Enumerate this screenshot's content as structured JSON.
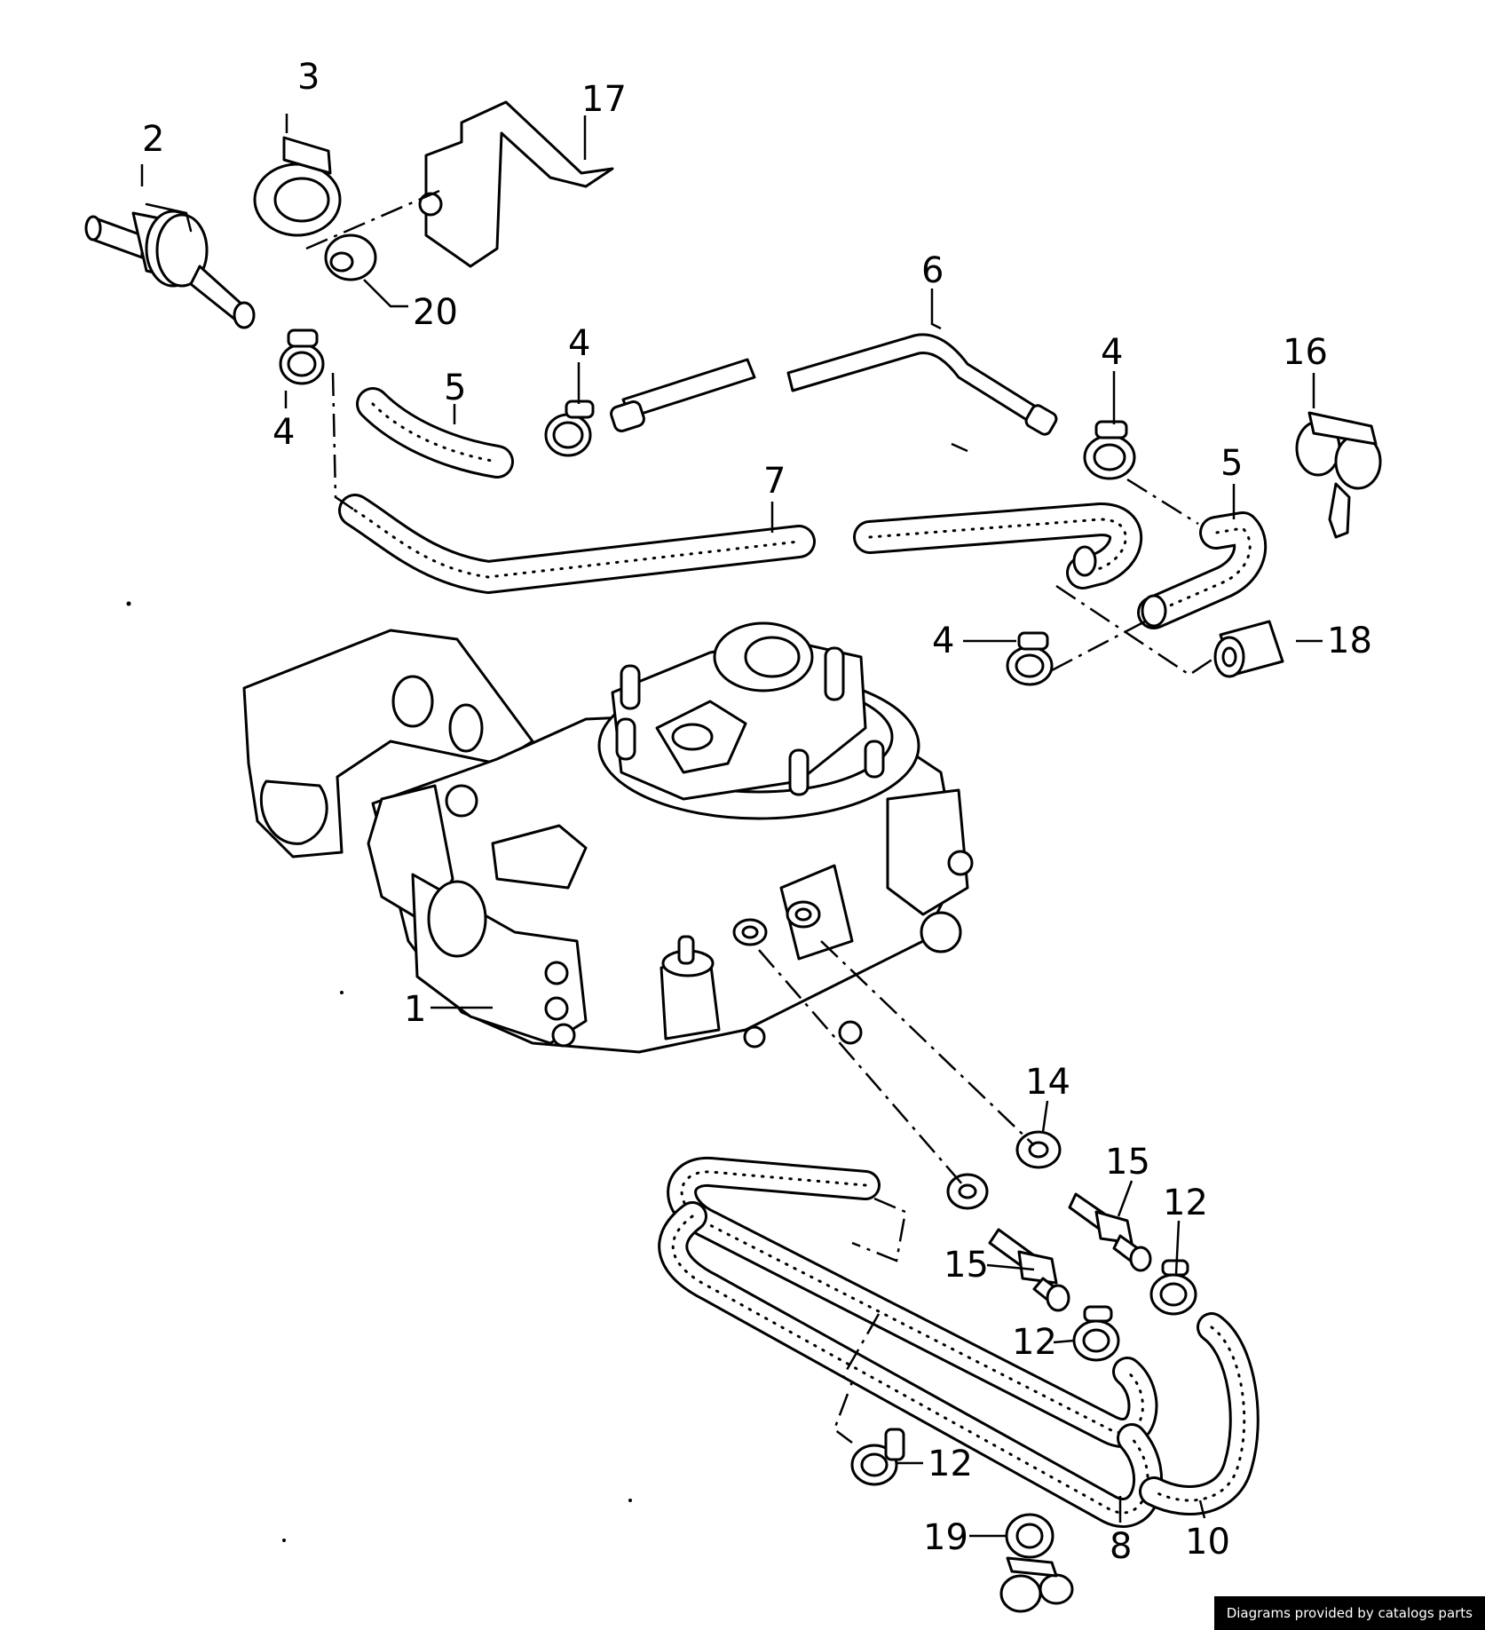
{
  "diagram": {
    "colors": {
      "line": "#000000",
      "background": "#ffffff"
    },
    "callouts": [
      "1",
      "2",
      "3",
      "4",
      "4",
      "4",
      "4",
      "5",
      "5",
      "6",
      "7",
      "8",
      "10",
      "12",
      "12",
      "12",
      "14",
      "15",
      "15",
      "16",
      "17",
      "18",
      "19",
      "20"
    ]
  },
  "credit": "Diagrams provided by catalogs parts"
}
